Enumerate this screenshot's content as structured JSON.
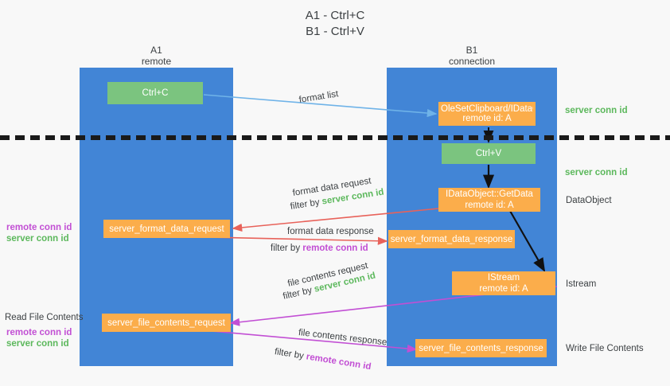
{
  "title": {
    "line1": "A1 - Ctrl+C",
    "line2": "B1 - Ctrl+V"
  },
  "lanes": [
    {
      "name": "A1",
      "sub": "remote"
    },
    {
      "name": "B1",
      "sub": "connection"
    }
  ],
  "nodes": [
    {
      "id": "ctrl-c",
      "label": "Ctrl+C",
      "sub": ""
    },
    {
      "id": "idataobject",
      "label": "OleSetClipboard/IDataObject",
      "sub": "remote id: A"
    },
    {
      "id": "ctrl-v",
      "label": "Ctrl+V",
      "sub": ""
    },
    {
      "id": "getdata",
      "label": "IDataObject::GetData",
      "sub": "remote id: A"
    },
    {
      "id": "server-format-data-request",
      "label": "server_format_data_request",
      "sub": ""
    },
    {
      "id": "server-format-data-response",
      "label": "server_format_data_response",
      "sub": ""
    },
    {
      "id": "istream",
      "label": "IStream",
      "sub": "remote id: A"
    },
    {
      "id": "server-file-contents-request",
      "label": "server_file_contents_request",
      "sub": ""
    },
    {
      "id": "server-file-contents-response",
      "label": "server_file_contents_response",
      "sub": ""
    }
  ],
  "annotations": {
    "format_list": "format list",
    "format_data_request": "format data request",
    "format_data_response": "format data response",
    "file_contents_request": "file contents request",
    "file_contents_response": "file contents response",
    "filter_by": "filter by",
    "server_conn_id": "server conn id",
    "remote_conn_id": "remote conn id"
  },
  "right_labels": {
    "server_conn_id_1": "server conn id",
    "server_conn_id_2": "server conn id",
    "dataobject": "DataObject",
    "istream": "Istream",
    "write_file_contents": "Write File Contents"
  },
  "left_labels": {
    "remote_conn_id_1": "remote conn id",
    "server_conn_id_1": "server conn id",
    "read_file_contents": "Read File Contents",
    "remote_conn_id_2": "remote conn id",
    "server_conn_id_2": "server conn id"
  },
  "colors": {
    "lane": "#4285d6",
    "green_node": "#7bc47f",
    "orange_node": "#fbad4b",
    "blue_arrow": "#6fb3e8",
    "red_arrow": "#e8625a",
    "magenta_arrow": "#c24fd4",
    "black_arrow": "#111111",
    "green_text": "#5cb85c",
    "purple_text": "#c24fd4"
  }
}
